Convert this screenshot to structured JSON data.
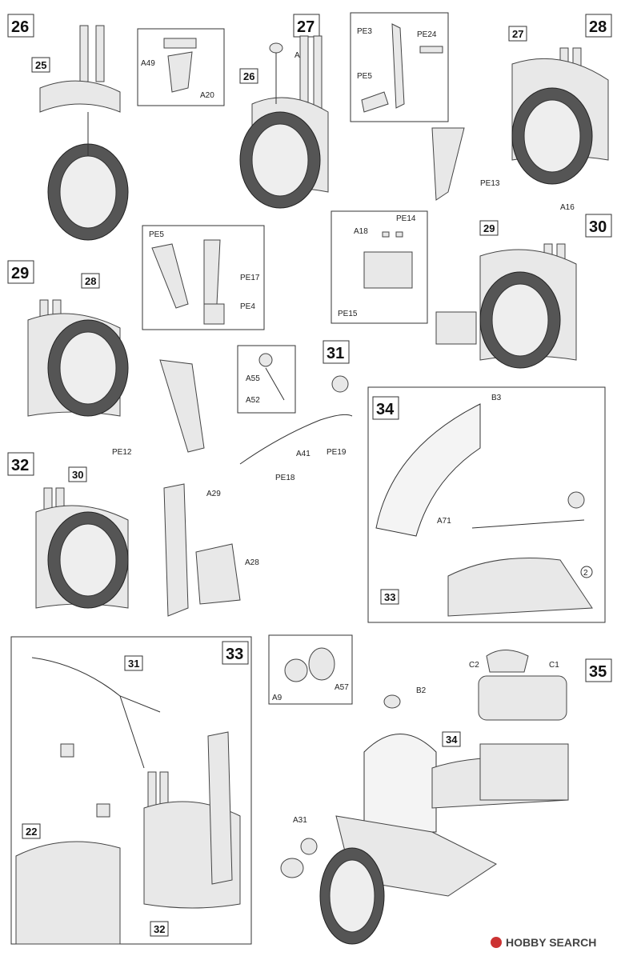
{
  "steps": {
    "s26": {
      "num": "26",
      "refs": [
        "25"
      ]
    },
    "s27": {
      "num": "27",
      "refs": [
        "26"
      ],
      "parts": [
        "A49",
        "A20",
        "A11"
      ]
    },
    "s28": {
      "num": "28",
      "refs": [
        "27"
      ],
      "parts": [
        "PE3",
        "PE24",
        "PE5",
        "PE13"
      ]
    },
    "s29": {
      "num": "29",
      "refs": [
        "28"
      ],
      "parts": [
        "PE5",
        "PE17",
        "PE4",
        "PE12"
      ]
    },
    "s30": {
      "num": "30",
      "refs": [
        "29"
      ],
      "parts": [
        "A18",
        "PE14",
        "PE15",
        "A16"
      ]
    },
    "s31": {
      "num": "31",
      "parts": [
        "A55",
        "A52",
        "A41",
        "PE19",
        "PE18"
      ]
    },
    "s32": {
      "num": "32",
      "refs": [
        "30"
      ],
      "parts": [
        "A29",
        "A28"
      ]
    },
    "s33": {
      "num": "33",
      "refs": [
        "31",
        "22",
        "32"
      ]
    },
    "s34": {
      "num": "34",
      "refs": [
        "33"
      ],
      "parts": [
        "B3",
        "A71"
      ],
      "decal": "2"
    },
    "s35": {
      "num": "35",
      "refs": [
        "34"
      ],
      "parts": [
        "C2",
        "C1",
        "B2",
        "A31",
        "A9",
        "A57"
      ]
    }
  },
  "brand": "HOBBY SEARCH"
}
